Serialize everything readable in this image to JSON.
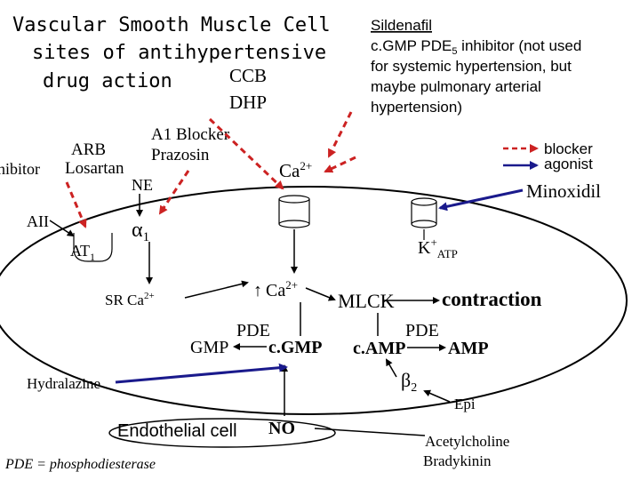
{
  "title": {
    "line1": "Vascular Smooth Muscle Cell",
    "line2": "sites of antihypertensive",
    "line3": "drug action"
  },
  "ccb": {
    "line1": "CCB",
    "line2": "DHP"
  },
  "sildenafil": {
    "line1": "Sildenafil",
    "line2_pre": "c.GMP PDE",
    "line2_sub": "5",
    "line2_post": " inhibitor (not used",
    "line3": "for systemic hypertension, but",
    "line4": "maybe pulmonary arterial",
    "line5": "hypertension)"
  },
  "legend": {
    "blocker": "blocker",
    "agonist": "agonist",
    "blocker_color": "#cc2222",
    "agonist_color": "#1a1a8c"
  },
  "labels": {
    "inhibitor": "Inhibitor",
    "arb": "ARB",
    "losartan": "Losartan",
    "a1_blocker": "A1 Blocker",
    "prazosin": "Prazosin",
    "ne": "NE",
    "ca_top": "Ca",
    "ca_top_sup": "2+",
    "minoxidil": "Minoxidil",
    "aii": "AII",
    "at1": "AT",
    "at1_sub": "1",
    "alpha1": "α",
    "alpha1_sub": "1",
    "k": "K",
    "k_sup": "+",
    "k_sub": "ATP",
    "ca_mid": "Ca",
    "ca_mid_sup": "2+",
    "ca_mid_arrow": "↑",
    "sr": "SR  Ca",
    "sr_sup": "2+",
    "mlck": "MLCK",
    "contraction": "contraction",
    "pde_left": "PDE",
    "gmp": "GMP",
    "cgmp": "c.GMP",
    "pde_right": "PDE",
    "camp": "c.AMP",
    "amp": "AMP",
    "beta2": "β",
    "beta2_sub": "2",
    "hydralazine": "Hydralazine",
    "epi": "Epi",
    "endothelial": "Endothelial cell",
    "no": "NO",
    "acetylcholine": "Acetylcholine",
    "bradykinin": "Bradykinin",
    "pde_note": "PDE = phosphodiesterase"
  }
}
